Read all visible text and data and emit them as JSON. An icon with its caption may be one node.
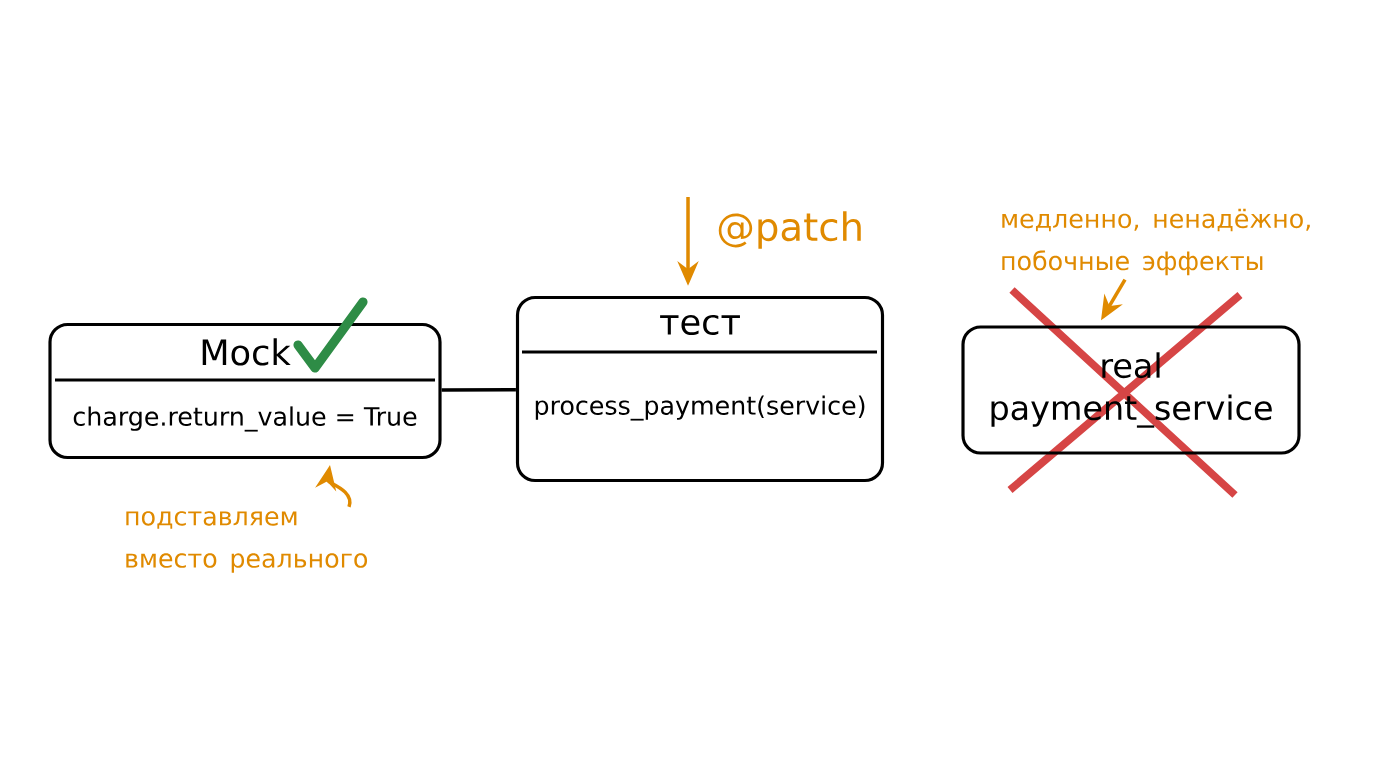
{
  "diagram": {
    "nodes": [
      {
        "text": [
          "Mock",
          "charge.return_value = True"
        ]
      },
      {
        "text": [
          "тест",
          "process_payment(service)"
        ]
      },
      {
        "text": [
          "real payment_service"
        ]
      },
      {
        "text": [
          "подставляем вместо реального"
        ]
      },
      {
        "text": [
          "медленно, ненадёжно, побочные эффекты"
        ]
      }
    ],
    "edges": [
      {
        "from": 0,
        "to": 1,
        "arrow": "none",
        "color": "#000000"
      },
      {
        "from": null,
        "to": 1,
        "arrow": "to",
        "label": "@patch",
        "color": "#e08a00"
      },
      {
        "from": 3,
        "to": 0,
        "arrow": "to",
        "color": "#e08a00"
      },
      {
        "from": 4,
        "to": 2,
        "arrow": "to",
        "color": "#e08a00"
      }
    ]
  }
}
